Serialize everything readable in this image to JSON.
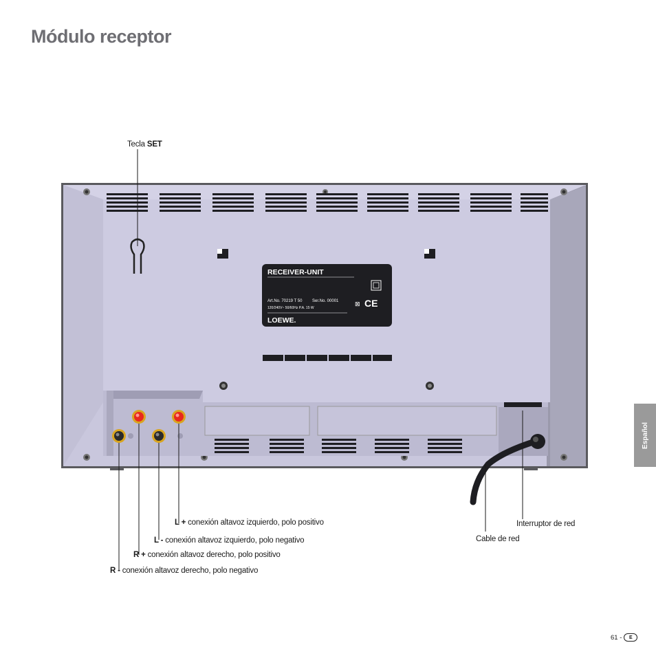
{
  "page": {
    "title": "Módulo receptor",
    "side_tab": "Español",
    "page_number": "61 -",
    "language_badge": "E"
  },
  "callouts": {
    "set_key": {
      "prefix": "Tecla ",
      "bold": "SET",
      "rest": ""
    },
    "l_plus": {
      "bold": "L +",
      "rest": " conexión altavoz izquierdo, polo positivo"
    },
    "l_minus": {
      "bold": "L -",
      "rest": " conexión altavoz izquierdo, polo negativo"
    },
    "r_plus": {
      "bold": "R +",
      "rest": " conexión altavoz derecho, polo positivo"
    },
    "r_minus": {
      "bold": "R -",
      "rest": " conexión altavoz derecho, polo negativo"
    },
    "power_switch": "Interruptor de red",
    "power_cable": "Cable de red"
  },
  "device_label": {
    "title": "RECEIVER-UNIT",
    "art_no": "Art.No. 70219 T 50",
    "ser_no": "Ser.No. 00001",
    "rating": "120/240V~ 50/60Hz P.A. 15 W",
    "brand": "LOEWE."
  },
  "colors": {
    "title": "#6e6e73",
    "device_body": "#c9c7dd",
    "device_shadow": "#8c8b9c",
    "terminal_positive": "#e8281e",
    "terminal_negative": "#2a2a2a",
    "terminal_ring": "#d9a520",
    "side_tab": "#9a9a9a"
  }
}
